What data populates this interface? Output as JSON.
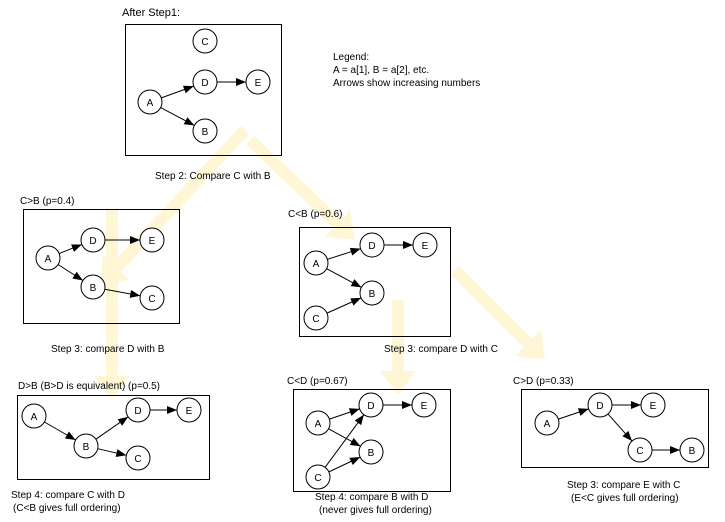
{
  "colors": {
    "line": "#000000",
    "node_fill": "#ffffff",
    "flow_arrow": "#fff6d6"
  },
  "legend": {
    "title": "Legend:",
    "line1": "A = a[1], B = a[2], etc.",
    "line2": "Arrows show increasing numbers"
  },
  "flow": {
    "icon": "flow-arrow-icon",
    "arrows": [
      {
        "from": "step1",
        "to": "cb_gt"
      },
      {
        "from": "step1",
        "to": "cb_lt"
      },
      {
        "from": "cb_gt",
        "to": "db_gt"
      },
      {
        "from": "cb_lt",
        "to": "cd_lt"
      },
      {
        "from": "cb_lt",
        "to": "cd_gt"
      }
    ]
  },
  "panels": {
    "step1": {
      "title": "After Step1:",
      "caption": [
        "Step 2: Compare C with B"
      ],
      "nodes": {
        "A": [
          1,
          2
        ],
        "B": [
          2,
          3
        ],
        "C": [
          2,
          0
        ],
        "D": [
          2,
          1
        ],
        "E": [
          3,
          1
        ]
      },
      "edges": [
        [
          "A",
          "D"
        ],
        [
          "D",
          "E"
        ],
        [
          "A",
          "B"
        ]
      ]
    },
    "cb_gt": {
      "title": "C>B (p=0.4)",
      "caption": [
        "Step 3: compare D with B"
      ],
      "nodes": {
        "A": [
          1,
          2
        ],
        "B": [
          2,
          3
        ],
        "C": [
          3,
          4
        ],
        "D": [
          2,
          1
        ],
        "E": [
          3,
          1
        ]
      },
      "edges": [
        [
          "A",
          "D"
        ],
        [
          "D",
          "E"
        ],
        [
          "A",
          "B"
        ],
        [
          "B",
          "C"
        ]
      ]
    },
    "cb_lt": {
      "title": "C<B (p=0.6)",
      "caption": [
        "Step 3: compare D with C"
      ],
      "nodes": {
        "A": [
          1,
          2
        ],
        "B": [
          2,
          3
        ],
        "C": [
          1,
          4
        ],
        "D": [
          2,
          1
        ],
        "E": [
          3,
          1
        ]
      },
      "edges": [
        [
          "A",
          "D"
        ],
        [
          "D",
          "E"
        ],
        [
          "A",
          "B"
        ],
        [
          "C",
          "B"
        ]
      ]
    },
    "db_gt": {
      "title": "D>B (B>D is equivalent) (p=0.5)",
      "caption": [
        "Step 4: compare C with D",
        "(C<B gives full ordering)"
      ],
      "nodes": {
        "A": [
          1,
          1
        ],
        "B": [
          2,
          2
        ],
        "C": [
          3,
          3
        ],
        "D": [
          3,
          0
        ],
        "E": [
          4,
          0
        ]
      },
      "edges": [
        [
          "A",
          "B"
        ],
        [
          "B",
          "D"
        ],
        [
          "D",
          "E"
        ],
        [
          "B",
          "C"
        ]
      ]
    },
    "cd_lt": {
      "title": "C<D (p=0.67)",
      "caption": [
        "Step 4: compare B with D",
        "(never gives full ordering)"
      ],
      "nodes": {
        "A": [
          1,
          1
        ],
        "B": [
          2,
          2
        ],
        "C": [
          1,
          3
        ],
        "D": [
          2,
          0
        ],
        "E": [
          3,
          0
        ]
      },
      "edges": [
        [
          "A",
          "D"
        ],
        [
          "D",
          "E"
        ],
        [
          "A",
          "B"
        ],
        [
          "C",
          "B"
        ],
        [
          "C",
          "D"
        ]
      ]
    },
    "cd_gt": {
      "title": "C>D (p=0.33)",
      "caption": [
        "Step 3: compare E with C",
        "(E<C gives full ordering)"
      ],
      "nodes": {
        "A": [
          1,
          1
        ],
        "B": [
          3,
          2
        ],
        "C": [
          2,
          2
        ],
        "D": [
          2,
          0
        ],
        "E": [
          3,
          0
        ]
      },
      "edges": [
        [
          "A",
          "D"
        ],
        [
          "D",
          "E"
        ],
        [
          "D",
          "C"
        ],
        [
          "C",
          "B"
        ]
      ]
    }
  }
}
